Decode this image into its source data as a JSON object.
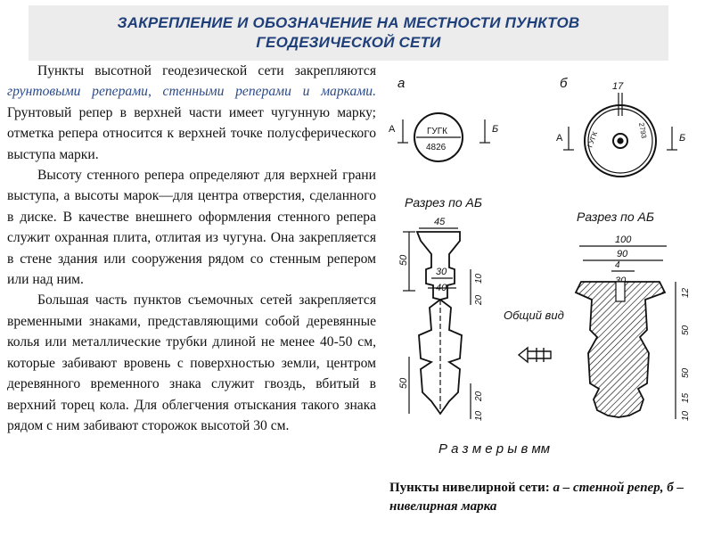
{
  "title": {
    "line1": "ЗАКРЕПЛЕНИЕ И ОБОЗНАЧЕНИЕ НА МЕСТНОСТИ ПУНКТОВ",
    "line2": "ГЕОДЕЗИЧЕСКОЙ СЕТИ"
  },
  "body": {
    "p1_start": "Пункты высотной геодезической сети закрепляются ",
    "p1_highlight": "грунтовыми реперами, стенными реперами и марками.",
    "p1_end": " Грунтовый репер в верхней части имеет чугунную марку; отметка репера относится к верхней точке полусферического выступа марки.",
    "p2": "Высоту стенного репера определяют для верхней грани выступа, а высоты марок—для центра отверстия, сделанного в диске. В качестве внешнего оформления стенного репера служит охранная плита, отлитая из чугуна. Она закрепляется в стене здания или сооружения рядом со стенным репером или над ним.",
    "p3": "Большая часть пунктов съемочных сетей закрепляется временными знаками, представляющими собой деревянные колья или металлические трубки длиной не менее 40-50 см, которые забивают вровень с поверхностью земли, центром деревянного временного знака служит гвоздь, вбитый в верхний торец кола. Для облегчения отыскания такого знака рядом с ним забивают сторожок высотой 30 см."
  },
  "figure": {
    "label_a": "а",
    "label_b": "б",
    "plate_text_1": "ГУГК",
    "plate_text_2": "4826",
    "disc_text_1": "ГУГК",
    "disc_text_2": "2793",
    "mark_A": "А",
    "mark_B": "Б",
    "section_a": "Разрез по АБ",
    "section_b": "Разрез по АБ",
    "general_view": "Общий вид",
    "dims_text": "Р а з м е р ы   в   мм",
    "d17": "17",
    "d45": "45",
    "d30": "30",
    "d40": "40",
    "d50a": "50",
    "d10a": "10",
    "d20a": "20",
    "d50b": "50",
    "d20b": "20",
    "d10b": "10",
    "d100": "100",
    "d90": "90",
    "d4": "4",
    "d30b": "30",
    "d12": "12",
    "d50c": "50",
    "d50d": "50",
    "d15": "15",
    "d10c": "10"
  },
  "caption": {
    "start": "Пункты нивелирной сети: ",
    "italic": "а – стенной репер, б – нивелирная марка"
  }
}
